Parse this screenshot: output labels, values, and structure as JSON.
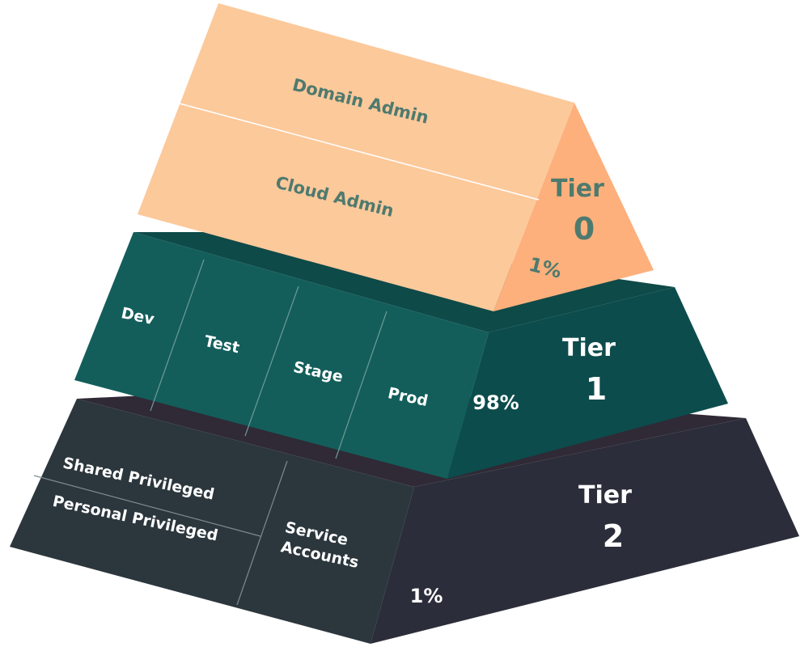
{
  "colors": {
    "tier0_front": "#fcc99b",
    "tier0_side": "#fdb07c",
    "tier0_text": "#4e7a6e",
    "tier1_front": "#135e5b",
    "tier1_side": "#0c4c4c",
    "tier1_top": "#0e4a48",
    "tier2_front": "#2c363d",
    "tier2_side": "#2b2e3a",
    "tier2_top": "#2f2a36"
  },
  "tiers": [
    {
      "id": "tier0",
      "label_line1": "Tier",
      "label_line2": "0",
      "percent": "1%",
      "segments": [
        "Domain Admin",
        "Cloud Admin"
      ]
    },
    {
      "id": "tier1",
      "label_line1": "Tier",
      "label_line2": "1",
      "percent": "98%",
      "segments": [
        "Dev",
        "Test",
        "Stage",
        "Prod"
      ]
    },
    {
      "id": "tier2",
      "label_line1": "Tier",
      "label_line2": "2",
      "percent": "1%",
      "segments": [
        "Shared Privileged",
        "Personal Privileged",
        "Service",
        "Accounts"
      ]
    }
  ]
}
